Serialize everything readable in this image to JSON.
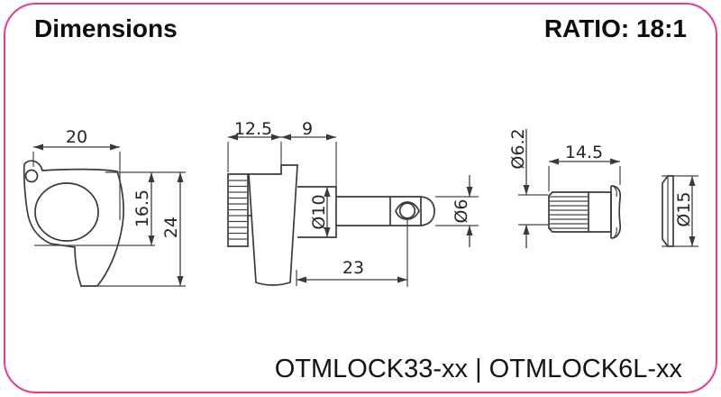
{
  "card": {
    "border_color": "#e73a94",
    "background_color": "#ffffff",
    "line_color": "#3a3a3a"
  },
  "header": {
    "title": "Dimensions",
    "ratio_label": "RATIO: 18:1"
  },
  "footer": {
    "model_numbers": "OTMLOCK33-xx | OTMLOCK6L-xx"
  },
  "drawing": {
    "housing_view": {
      "width": "20",
      "upper_height": "16.5",
      "overall_height": "24"
    },
    "knob_post_view": {
      "knob_length": "12.5",
      "boss_length": "9",
      "boss_diameter": "Ø10",
      "post_length": "23",
      "post_diameter": "Ø6"
    },
    "bushing_view": {
      "bore_diameter": "Ø6.2",
      "length": "14.5"
    },
    "washer_view": {
      "diameter": "Ø15"
    }
  }
}
